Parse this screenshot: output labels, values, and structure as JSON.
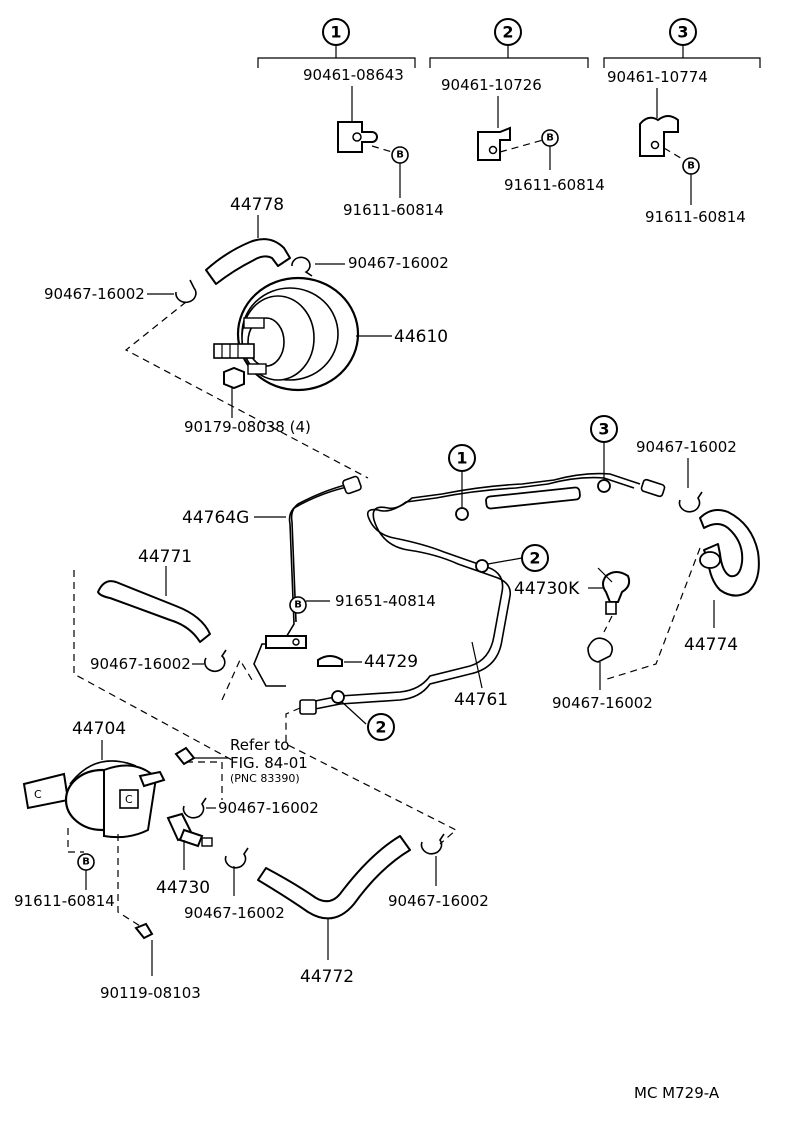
{
  "groups": [
    {
      "marker": "1",
      "clamp_part": "90461-08643",
      "bolt_part": "91611-60814",
      "bolt_marker": "B"
    },
    {
      "marker": "2",
      "clamp_part": "90461-10726",
      "bolt_part": "91611-60814",
      "bolt_marker": "B"
    },
    {
      "marker": "3",
      "clamp_part": "90461-10774",
      "bolt_part": "91611-60814",
      "bolt_marker": "B"
    }
  ],
  "parts": {
    "hose_44778": "44778",
    "clip_upper_right": "90467-16002",
    "clip_upper_left": "90467-16002",
    "booster": "44610",
    "nut": "90179-08038 (4)",
    "pipe_44764g": "44764G",
    "hose_44771": "44771",
    "bolt_91651": "91651-40814",
    "bolt_91651_marker": "B",
    "clip_44771": "90467-16002",
    "grommet": "44729",
    "pipe_44761": "44761",
    "valve_44730k": "44730K",
    "clip_right_top": "90467-16002",
    "hose_44774": "44774",
    "clip_right_bottom": "90467-16002",
    "tank_44704": "44704",
    "refer_line1": "Refer to",
    "refer_line2": "FIG. 84-01",
    "refer_line3": "(PNC 83390)",
    "clip_tank": "90467-16002",
    "valve_44730": "44730",
    "clip_bottom_left": "90467-16002",
    "clip_bottom_right": "90467-16002",
    "bolt_tank": "91611-60814",
    "bolt_tank_marker": "B",
    "screw_90119": "90119-08103",
    "hose_44772": "44772"
  },
  "pipe_markers": {
    "m1": "1",
    "m2a": "2",
    "m3": "3",
    "m2b": "2"
  },
  "figure_code": "MC M729-A"
}
